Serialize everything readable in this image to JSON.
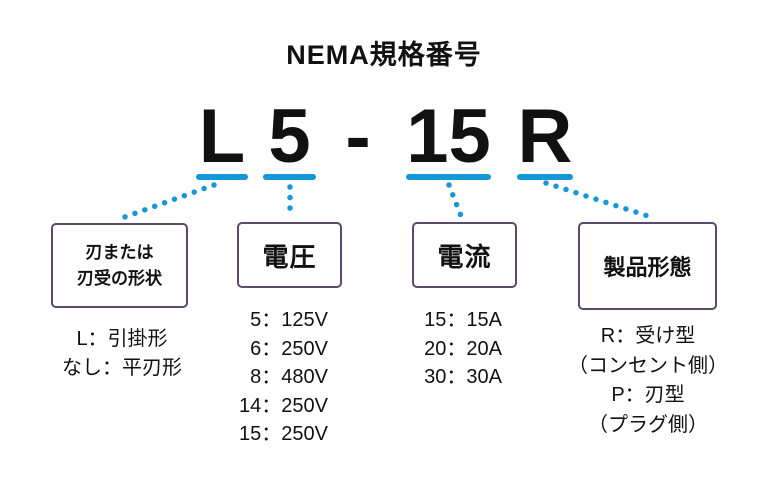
{
  "title": "NEMA規格番号",
  "code": {
    "parts": [
      "L",
      "5",
      "15",
      "R"
    ],
    "separator": "-"
  },
  "colors": {
    "accent": "#1697d8",
    "box_border": "#5b4a6b",
    "text": "#111111",
    "background": "#ffffff"
  },
  "groups": [
    {
      "label_lines": [
        "刃または",
        "刃受の形状"
      ],
      "items": [
        "L：引掛形",
        "なし：平刃形"
      ]
    },
    {
      "label_lines": [
        "電圧"
      ],
      "items": [
        "5：125V",
        "6：250V",
        "8：480V",
        "14：250V",
        "15：250V"
      ]
    },
    {
      "label_lines": [
        "電流"
      ],
      "items": [
        "15：15A",
        "20：20A",
        "30：30A"
      ]
    },
    {
      "label_lines": [
        "製品形態"
      ],
      "items": [
        "R：受け型",
        "（コンセント側）",
        "P：刃型",
        "（プラグ側）"
      ]
    }
  ]
}
